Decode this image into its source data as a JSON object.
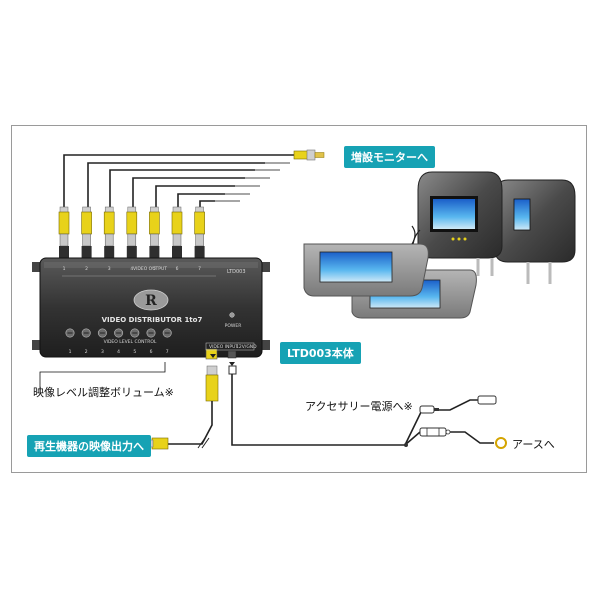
{
  "callouts": {
    "monitor": "増設モニターへ",
    "unit": "LTD003本体",
    "source": "再生機器の映像出力へ"
  },
  "labels": {
    "volume": "映像レベル調整ボリューム※",
    "accessory": "アクセサリー電源へ※",
    "ground": "アースへ"
  },
  "device": {
    "brand_letter": "R",
    "model_label": "LTD003",
    "name": "VIDEO DISTRIBUTOR 1to7",
    "output_label": "VIDEO OUTPUT",
    "level_label": "VIDEO LEVEL CONTROL",
    "input_label": "VIDEO INPUT",
    "power_port_label": "12V/GND",
    "power_label": "POWER",
    "channels": [
      "1",
      "2",
      "3",
      "4",
      "5",
      "6",
      "7"
    ]
  },
  "colors": {
    "callout_bg": "#16a2b4",
    "rca_yellow": "#e8d21a",
    "device_body": "#3a3a3a"
  }
}
